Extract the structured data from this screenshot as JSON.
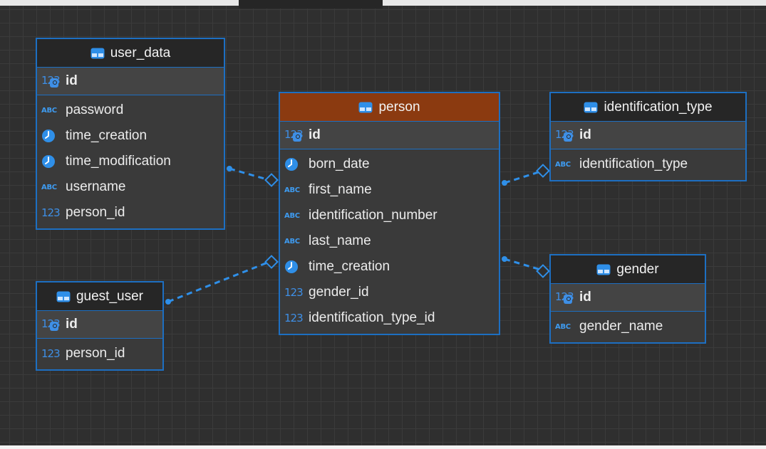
{
  "colors": {
    "canvas": "#2f2f2f",
    "border": "#1d6fc2",
    "header": "#262626",
    "selected_header": "#8b3a10",
    "icon": "#3e9bf0"
  },
  "entities": {
    "user_data": {
      "title": "user_data",
      "pk": "id",
      "columns": [
        {
          "label": "password",
          "icon": "abc-icon"
        },
        {
          "label": "time_creation",
          "icon": "clock-icon"
        },
        {
          "label": "time_modification",
          "icon": "clock-icon"
        },
        {
          "label": "username",
          "icon": "abc-icon"
        },
        {
          "label": "person_id",
          "icon": "number-icon"
        }
      ]
    },
    "person": {
      "title": "person",
      "pk": "id",
      "columns": [
        {
          "label": "born_date",
          "icon": "clock-icon"
        },
        {
          "label": "first_name",
          "icon": "abc-icon"
        },
        {
          "label": "identification_number",
          "icon": "abc-icon"
        },
        {
          "label": "last_name",
          "icon": "abc-icon"
        },
        {
          "label": "time_creation",
          "icon": "clock-icon"
        },
        {
          "label": "gender_id",
          "icon": "number-icon"
        },
        {
          "label": "identification_type_id",
          "icon": "number-icon"
        }
      ]
    },
    "identification_type": {
      "title": "identification_type",
      "pk": "id",
      "columns": [
        {
          "label": "identification_type",
          "icon": "abc-icon"
        }
      ]
    },
    "gender": {
      "title": "gender",
      "pk": "id",
      "columns": [
        {
          "label": "gender_name",
          "icon": "abc-icon"
        }
      ]
    },
    "guest_user": {
      "title": "guest_user",
      "pk": "id",
      "columns": [
        {
          "label": "person_id",
          "icon": "number-icon"
        }
      ]
    }
  },
  "icons": {
    "abc": "ABC",
    "number": "123"
  }
}
